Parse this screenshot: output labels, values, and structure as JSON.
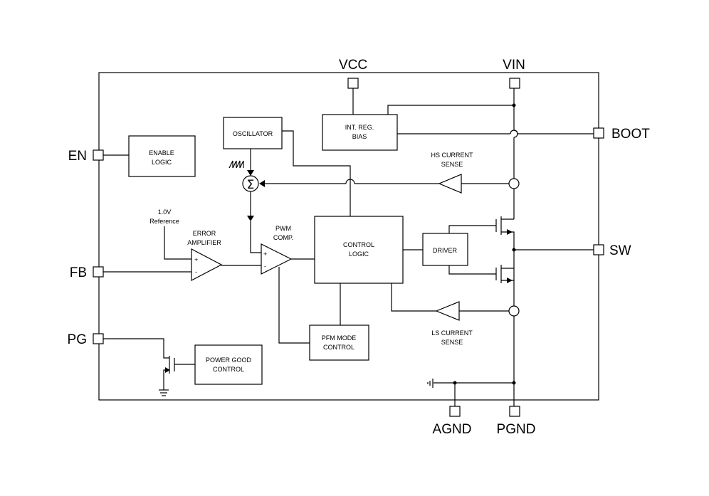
{
  "pins": {
    "vcc": "VCC",
    "vin": "VIN",
    "boot": "BOOT",
    "en": "EN",
    "fb": "FB",
    "pg": "PG",
    "sw": "SW",
    "agnd": "AGND",
    "pgnd": "PGND"
  },
  "blocks": {
    "enable_logic": [
      "ENABLE",
      "LOGIC"
    ],
    "oscillator": [
      "OSCILLATOR"
    ],
    "int_reg_bias": [
      "INT. REG.",
      "BIAS"
    ],
    "control_logic": [
      "CONTROL",
      "LOGIC"
    ],
    "driver": [
      "DRIVER"
    ],
    "pfm_mode_control": [
      "PFM MODE",
      "CONTROL"
    ],
    "power_good_control": [
      "POWER GOOD",
      "CONTROL"
    ]
  },
  "labels": {
    "reference": [
      "1.0V",
      "Reference"
    ],
    "error_amplifier": [
      "ERROR",
      "AMPLIFIER"
    ],
    "pwm_comp": [
      "PWM",
      "COMP."
    ],
    "hs_current_sense": [
      "HS CURRENT",
      "SENSE"
    ],
    "ls_current_sense": [
      "LS CURRENT",
      "SENSE"
    ],
    "sum_symbol": "Σ",
    "plus": "+",
    "minus": "-"
  }
}
